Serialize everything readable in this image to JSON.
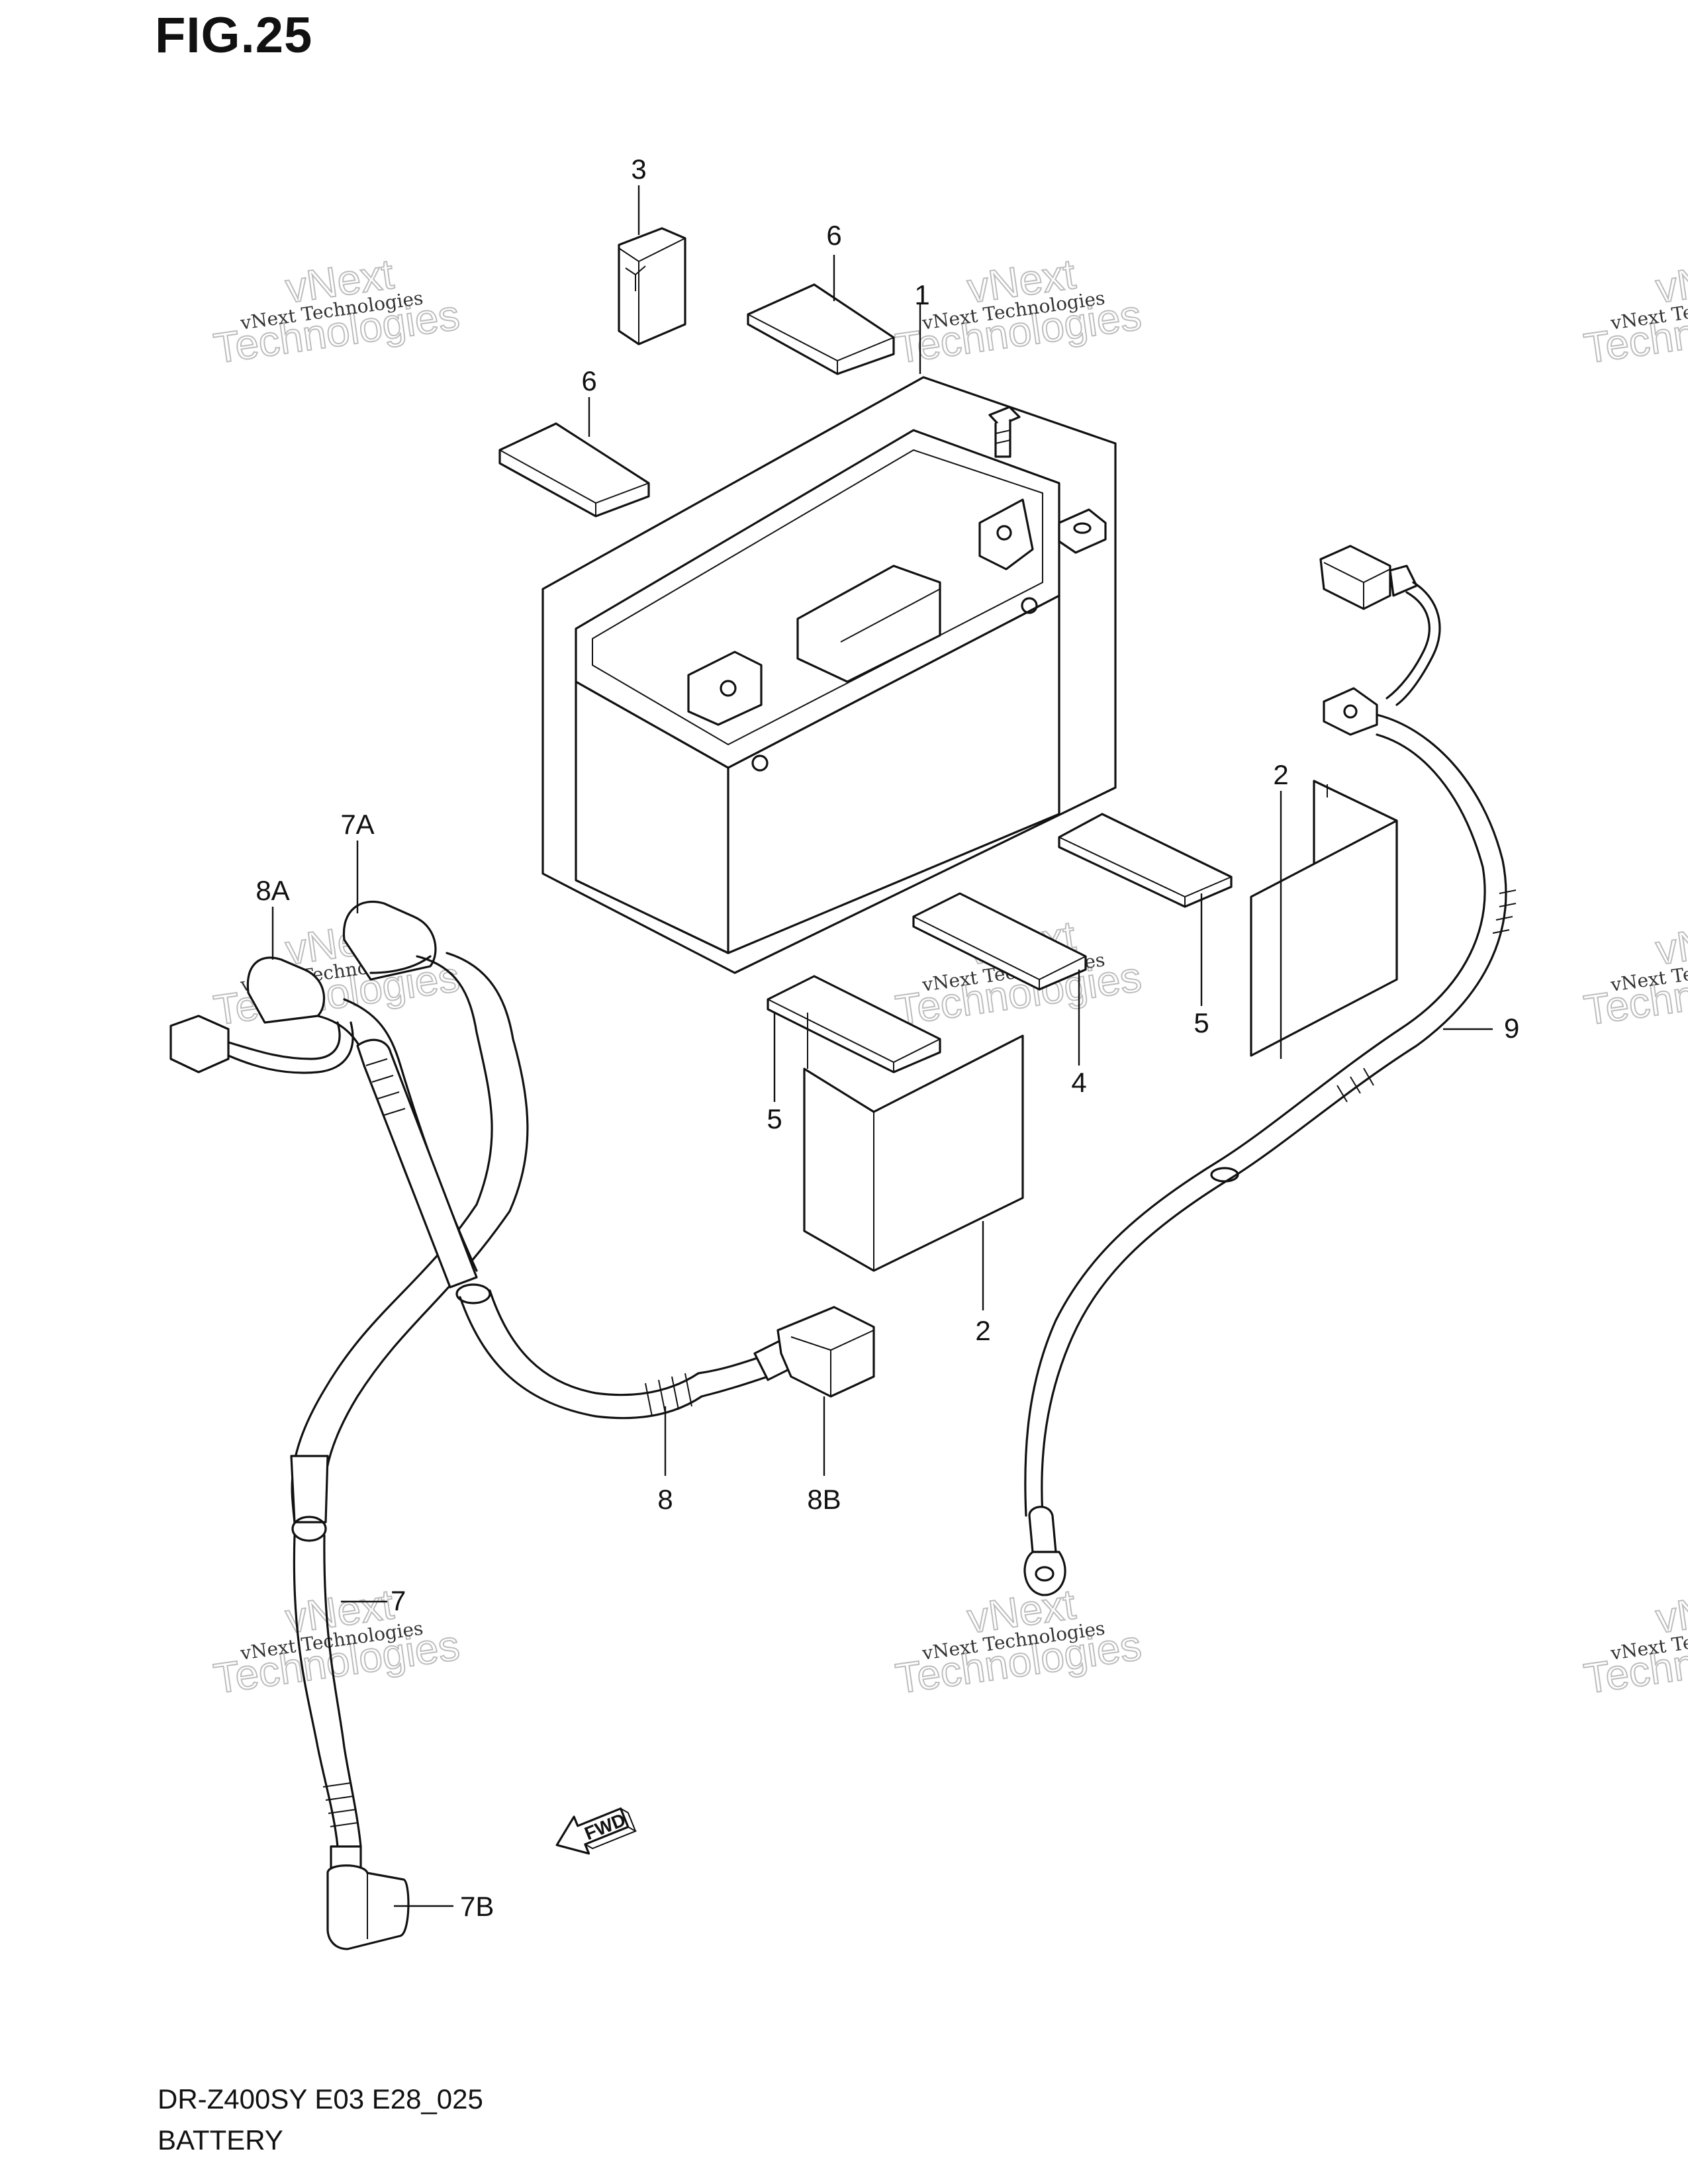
{
  "figure": {
    "title": "FIG.25",
    "model_code": "DR-Z400SY E03 E28_025",
    "name": "BATTERY"
  },
  "direction_marker": "FWD",
  "callouts": [
    {
      "id": "1",
      "label": "1"
    },
    {
      "id": "2a",
      "label": "2"
    },
    {
      "id": "2b",
      "label": "2"
    },
    {
      "id": "3",
      "label": "3"
    },
    {
      "id": "4",
      "label": "4"
    },
    {
      "id": "5a",
      "label": "5"
    },
    {
      "id": "5b",
      "label": "5"
    },
    {
      "id": "6a",
      "label": "6"
    },
    {
      "id": "6b",
      "label": "6"
    },
    {
      "id": "7",
      "label": "7"
    },
    {
      "id": "7A",
      "label": "7A"
    },
    {
      "id": "7B",
      "label": "7B"
    },
    {
      "id": "8",
      "label": "8"
    },
    {
      "id": "8A",
      "label": "8A"
    },
    {
      "id": "8B",
      "label": "8B"
    },
    {
      "id": "9",
      "label": "9"
    }
  ],
  "watermark": {
    "small": "vNext Technologies",
    "line1": "vNext",
    "line2": "Technologies"
  }
}
